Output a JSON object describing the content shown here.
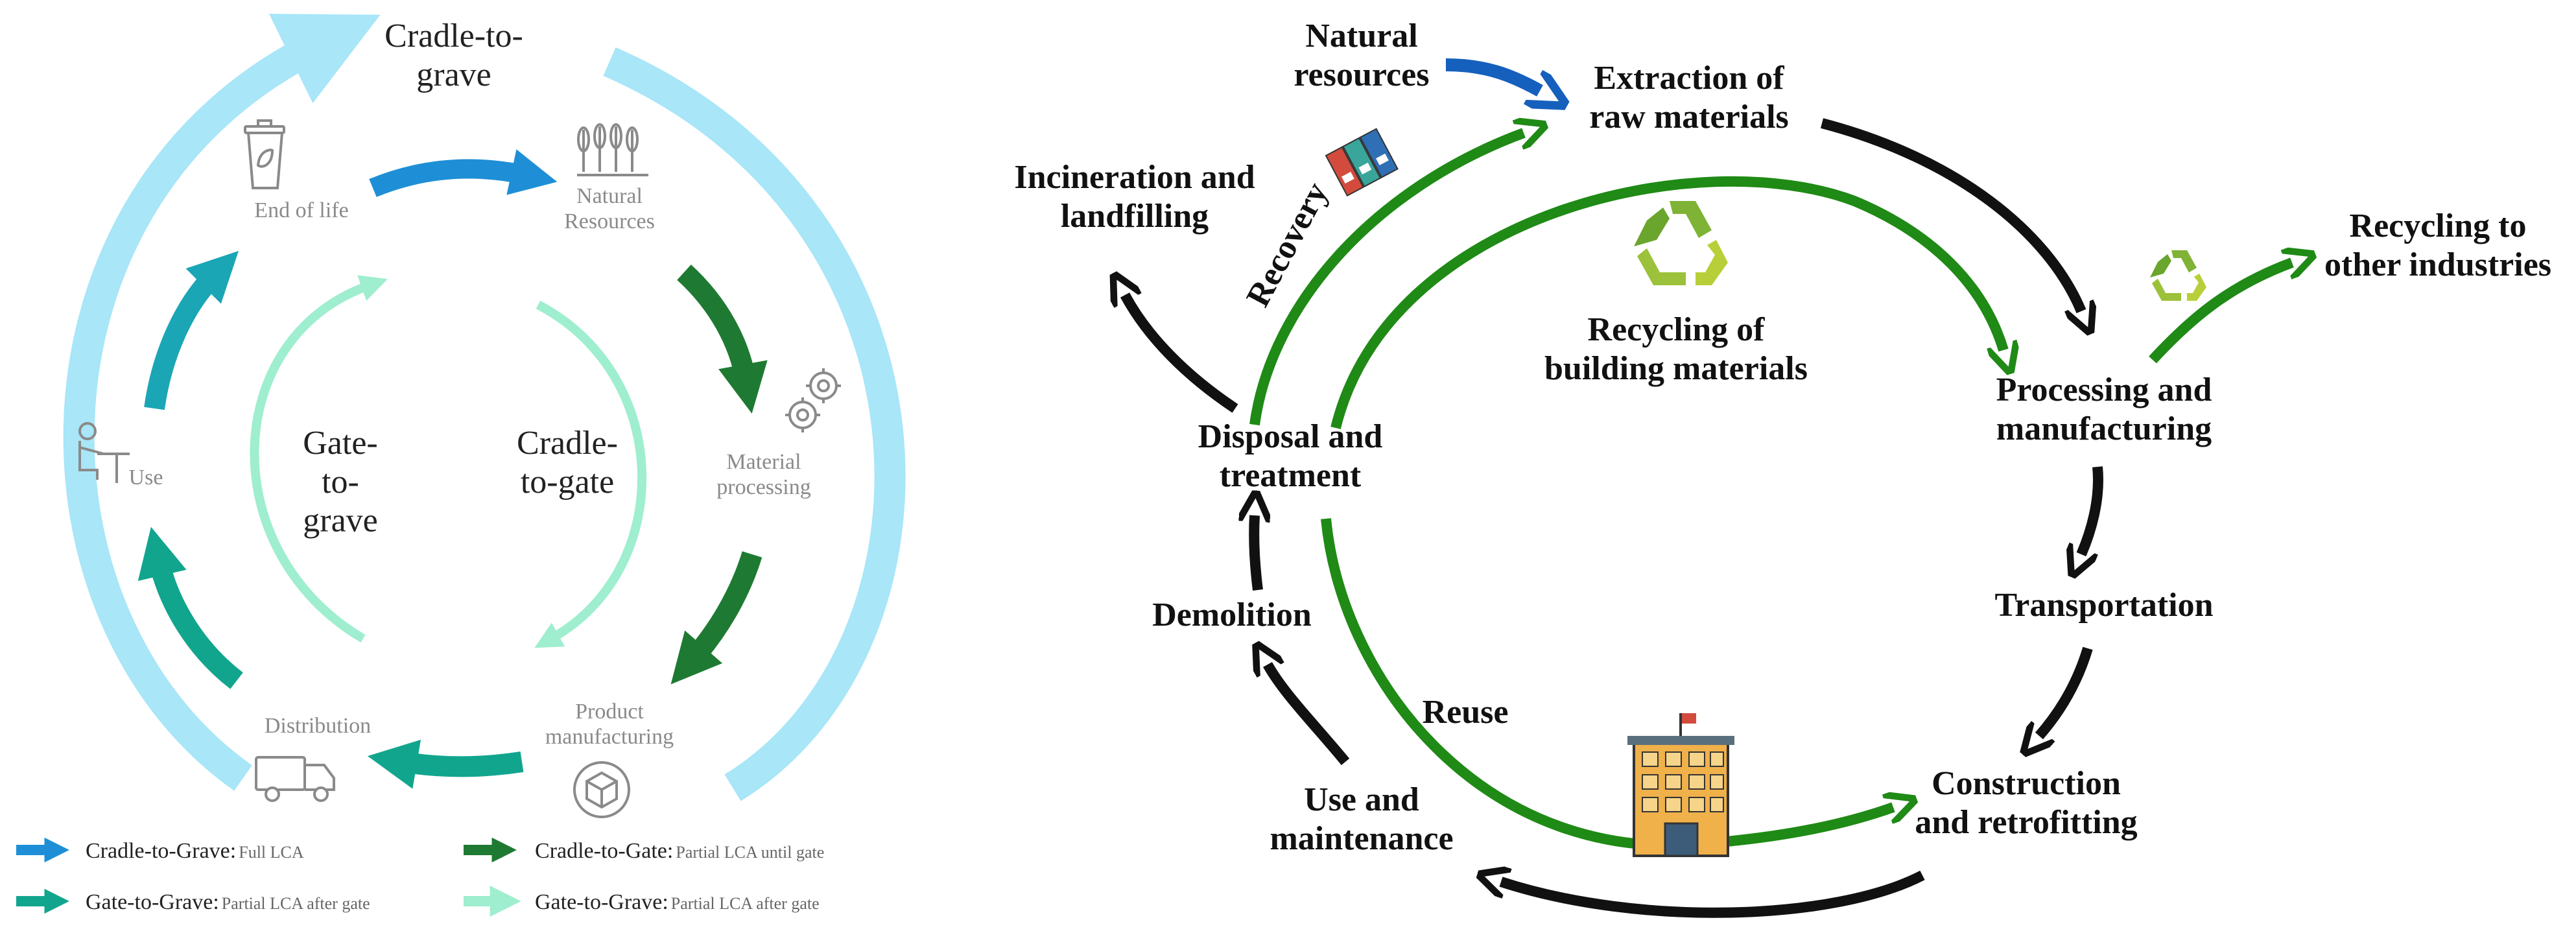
{
  "colors": {
    "full_lca": "#1e8fd6",
    "outer_ring": "#a8e6f8",
    "cradle_to_gate": "#1e7a32",
    "gate_to_grave_teal": "#12a58e",
    "gate_to_grave_light": "#9eeecf",
    "icon_grey": "#8a8a8a",
    "lifecycle_black": "#111111",
    "lifecycle_green": "#1f8a15",
    "natural_blue": "#1560bd"
  },
  "left_panel": {
    "outer_label": "Cradle-to-\ngrave",
    "inner_left_label": "Gate-\nto-\ngrave",
    "inner_right_label": "Cradle-\nto-gate",
    "stages": {
      "end_of_life": "End of life",
      "natural_resources": "Natural\nResources",
      "material_processing": "Material\nprocessing",
      "product_manufacturing": "Product\nmanufacturing",
      "distribution": "Distribution",
      "use": "Use"
    },
    "icons": [
      "recycle-bin-icon",
      "wheat-icon",
      "gears-icon",
      "package-icon",
      "truck-icon",
      "user-at-desk-icon"
    ],
    "legend": [
      {
        "title": "Cradle-to-Grave:",
        "desc": "Full LCA",
        "color": "#1e8fd6"
      },
      {
        "title": "Cradle-to-Gate:",
        "desc": "Partial LCA until gate",
        "color": "#1e7a32"
      },
      {
        "title": "Gate-to-Grave:",
        "desc": "Partial LCA after gate",
        "color": "#12a58e"
      },
      {
        "title": "Gate-to-Grave:",
        "desc": "Partial LCA after gate",
        "color": "#9eeecf"
      }
    ]
  },
  "right_panel": {
    "natural_resources": "Natural\nresources",
    "extraction": "Extraction of\nraw materials",
    "processing": "Processing and\nmanufacturing",
    "transportation": "Transportation",
    "construction": "Construction\nand retrofitting",
    "use_maintenance": "Use and\nmaintenance",
    "demolition": "Demolition",
    "disposal": "Disposal and\ntreatment",
    "incineration": "Incineration and\nlandfilling",
    "recycling_building": "Recycling of\nbuilding materials",
    "recycling_other": "Recycling to\nother industries",
    "reuse": "Reuse",
    "recovery": "Recovery",
    "icons": [
      "recycle-icon",
      "recycle-small-icon",
      "building-icon",
      "binders-icon"
    ]
  }
}
